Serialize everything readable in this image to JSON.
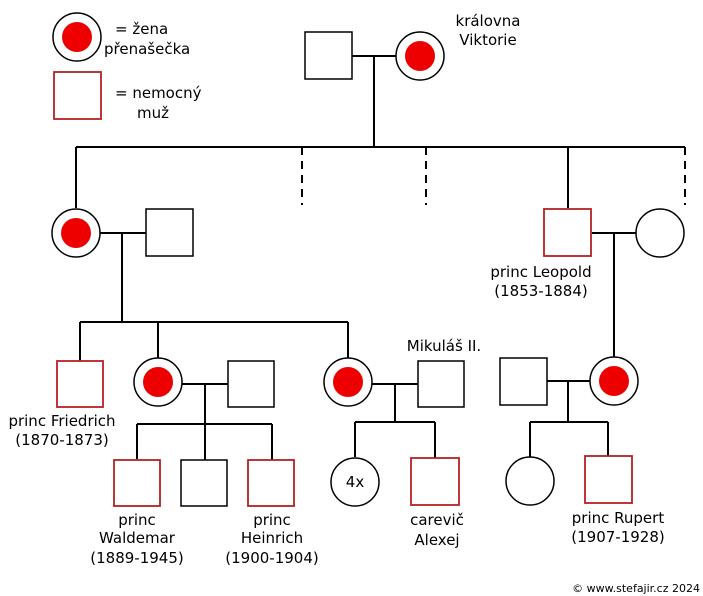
{
  "legend": {
    "carrier_line1": "= žena",
    "carrier_line2": "přenašečka",
    "affected_line1": "= nemocný",
    "affected_line2": "muž"
  },
  "people": {
    "victoria_line1": "královna",
    "victoria_line2": "Viktorie",
    "leopold_name": "princ Leopold",
    "leopold_years": "(1853-1884)",
    "friedrich_name": "princ Friedrich",
    "friedrich_years": "(1870-1873)",
    "nicholas_name": "Mikuláš II.",
    "waldemar_line1": "princ",
    "waldemar_line2": "Waldemar",
    "waldemar_years": "(1889-1945)",
    "heinrich_line1": "princ",
    "heinrich_line2": "Heinrich",
    "heinrich_years": "(1900-1904)",
    "alexei_line1": "carevič",
    "alexei_line2": "Alexej",
    "rupert_name": "princ Rupert",
    "rupert_years": "(1907-1928)",
    "daughters_count": "4x"
  },
  "copyright": "© www.stefajir.cz 2024",
  "colors": {
    "carrier_fill": "#ee0000",
    "affected_stroke": "#b22222",
    "line": "#000000"
  }
}
